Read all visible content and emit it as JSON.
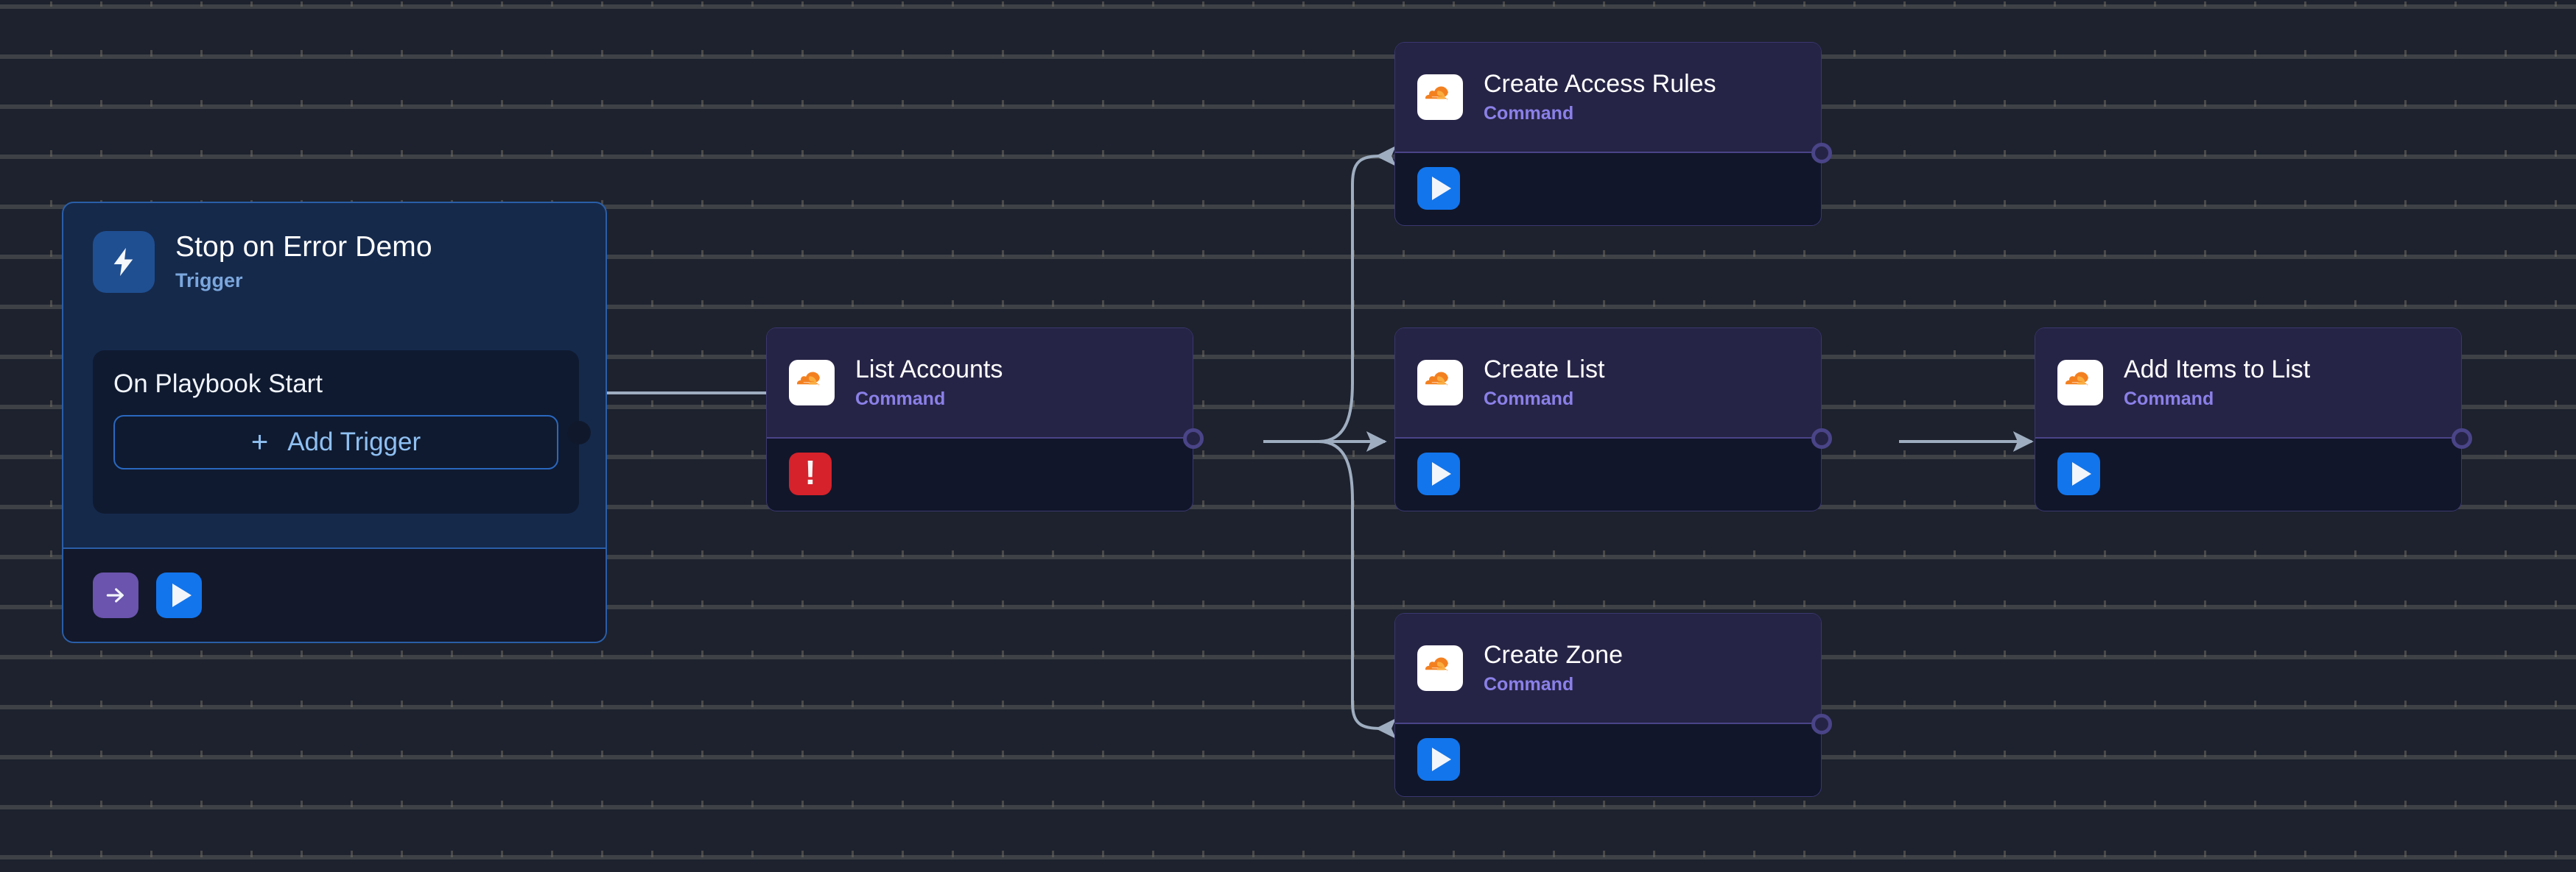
{
  "canvas": {
    "background_color": "#1d222e",
    "grid": "dot-grid"
  },
  "trigger_node": {
    "title": "Stop on Error Demo",
    "subtitle": "Trigger",
    "icon": "lightning-bolt-icon",
    "icon_color": "#1f4f91",
    "inner": {
      "label": "On Playbook Start",
      "add_button_label": "Add Trigger",
      "add_button_glyph": "+"
    },
    "footer_actions": [
      {
        "name": "arrow-right-button",
        "glyph": "→",
        "color": "#6a54ad"
      },
      {
        "name": "run-button",
        "glyph": "▶",
        "color": "#1275ec"
      }
    ],
    "border_color": "#2a5ea8",
    "body_color": "#15294b"
  },
  "nodes": [
    {
      "id": "list-accounts",
      "title": "List Accounts",
      "subtitle": "Command",
      "icon": "cloudflare-icon",
      "status": "error",
      "status_icon": "exclamation-icon",
      "status_color": "#d5222b"
    },
    {
      "id": "create-access-rules",
      "title": "Create Access Rules",
      "subtitle": "Command",
      "icon": "cloudflare-icon",
      "status": "ready",
      "status_icon": "play-icon",
      "status_color": "#1275ec"
    },
    {
      "id": "create-list",
      "title": "Create List",
      "subtitle": "Command",
      "icon": "cloudflare-icon",
      "status": "ready",
      "status_icon": "play-icon",
      "status_color": "#1275ec"
    },
    {
      "id": "create-zone",
      "title": "Create Zone",
      "subtitle": "Command",
      "icon": "cloudflare-icon",
      "status": "ready",
      "status_icon": "play-icon",
      "status_color": "#1275ec"
    },
    {
      "id": "add-items-to-list",
      "title": "Add Items to List",
      "subtitle": "Command",
      "icon": "cloudflare-icon",
      "status": "ready",
      "status_icon": "play-icon",
      "status_color": "#1275ec"
    }
  ],
  "edges": [
    {
      "from": "trigger",
      "to": "list-accounts"
    },
    {
      "from": "list-accounts",
      "to": "create-access-rules"
    },
    {
      "from": "list-accounts",
      "to": "create-list"
    },
    {
      "from": "list-accounts",
      "to": "create-zone"
    },
    {
      "from": "create-list",
      "to": "add-items-to-list"
    }
  ],
  "colors": {
    "edge": "#9fadc0",
    "command_header": "#262446",
    "command_body": "#11162a",
    "command_border": "#4a4488",
    "command_subtitle": "#8b80e8",
    "trigger_subtitle": "#7ba7dd",
    "add_trigger_text": "#8fc0f2"
  }
}
